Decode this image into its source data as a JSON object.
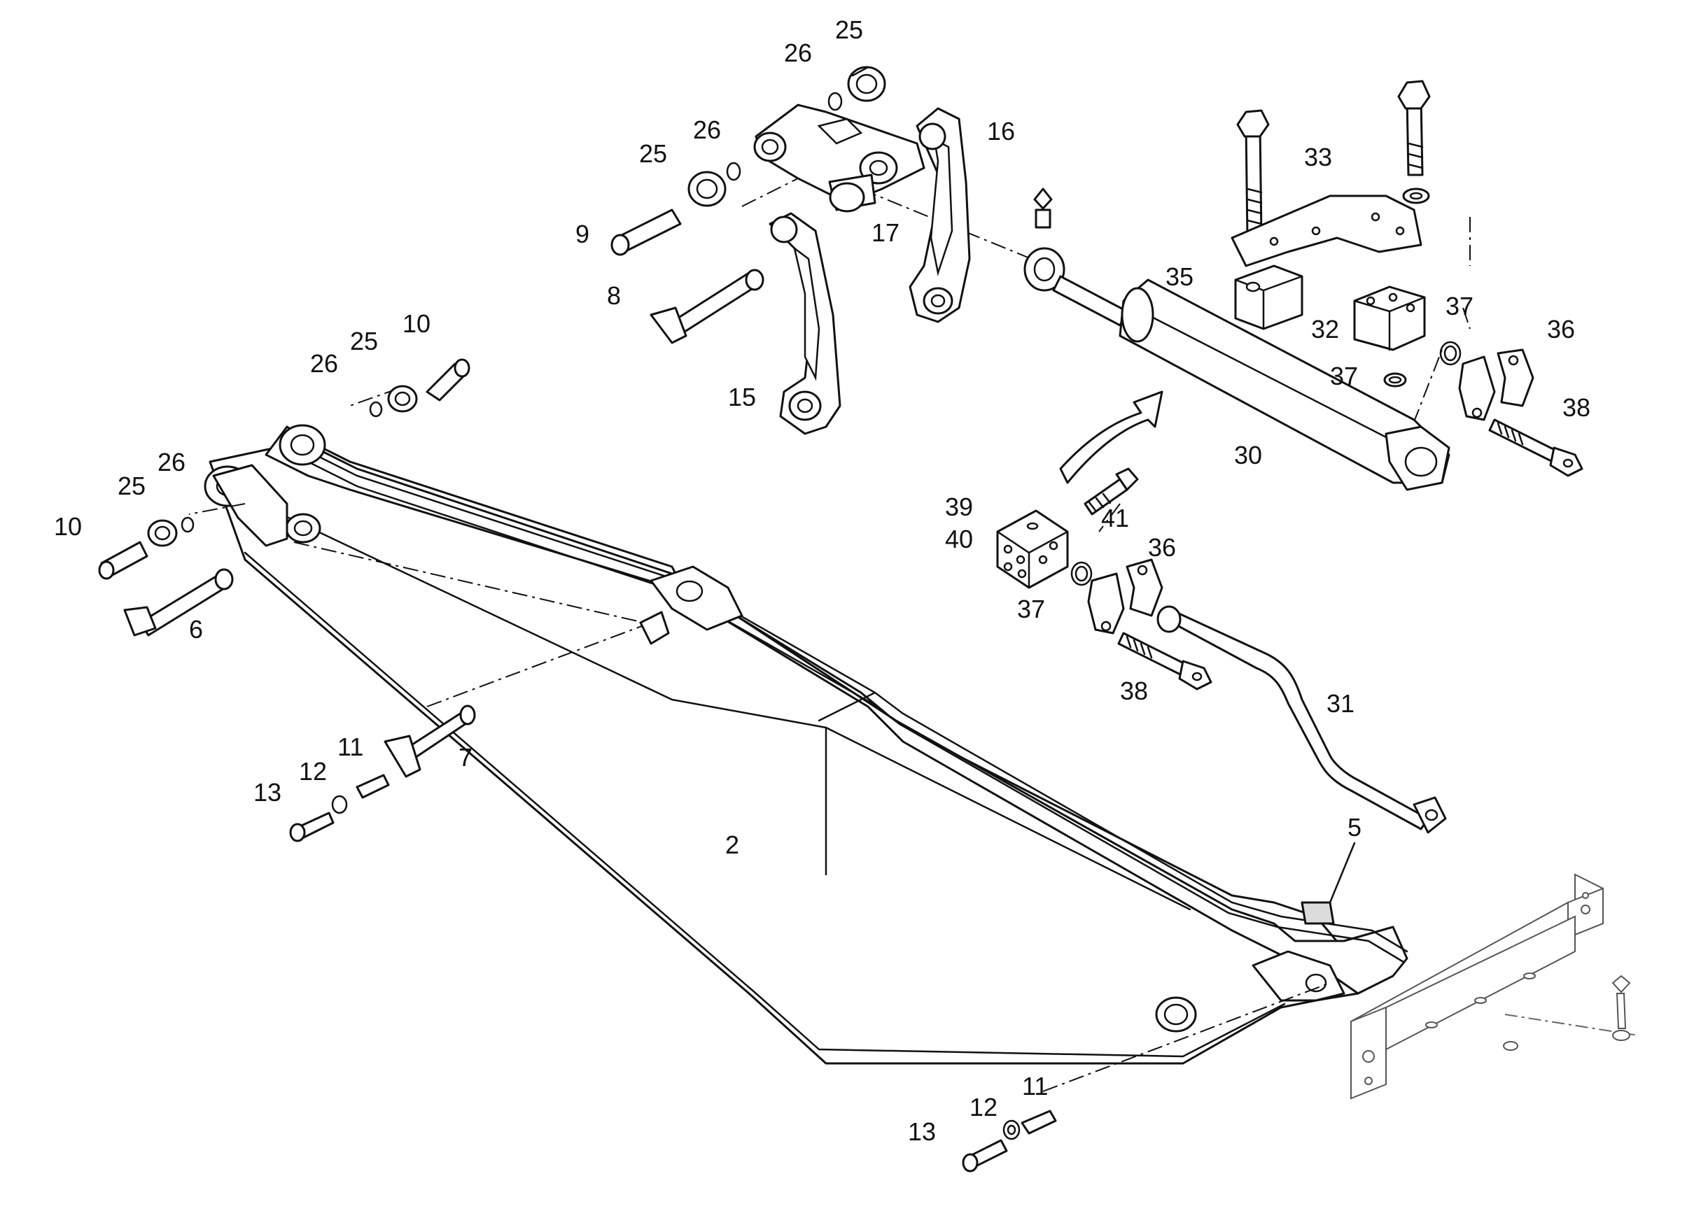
{
  "labels": {
    "callout_25_top": "25",
    "callout_26_top": "26",
    "callout_26_mid": "26",
    "callout_25_mid": "25",
    "callout_16": "16",
    "callout_33": "33",
    "callout_9": "9",
    "callout_17": "17",
    "callout_8": "8",
    "callout_35": "35",
    "callout_37_upper": "37",
    "callout_32": "32",
    "callout_36_upper": "36",
    "callout_37_mid": "37",
    "callout_38_upper": "38",
    "callout_15": "15",
    "callout_30": "30",
    "callout_10_right": "10",
    "callout_25_left": "25",
    "callout_26_left": "26",
    "callout_26_far": "26",
    "callout_25_far": "25",
    "callout_10_left": "10",
    "callout_6": "6",
    "callout_39": "39",
    "callout_40": "40",
    "callout_41": "41",
    "callout_36_lower": "36",
    "callout_37_lower": "37",
    "callout_38_lower": "38",
    "callout_31": "31",
    "callout_11_upper": "11",
    "callout_12_upper": "12",
    "callout_13_upper": "13",
    "callout_7": "7",
    "callout_2": "2",
    "callout_5": "5",
    "callout_11_lower": "11",
    "callout_12_lower": "12",
    "callout_13_lower": "13"
  },
  "colors": {
    "line": "#111111",
    "background": "#ffffff",
    "faint_line": "#555555"
  }
}
